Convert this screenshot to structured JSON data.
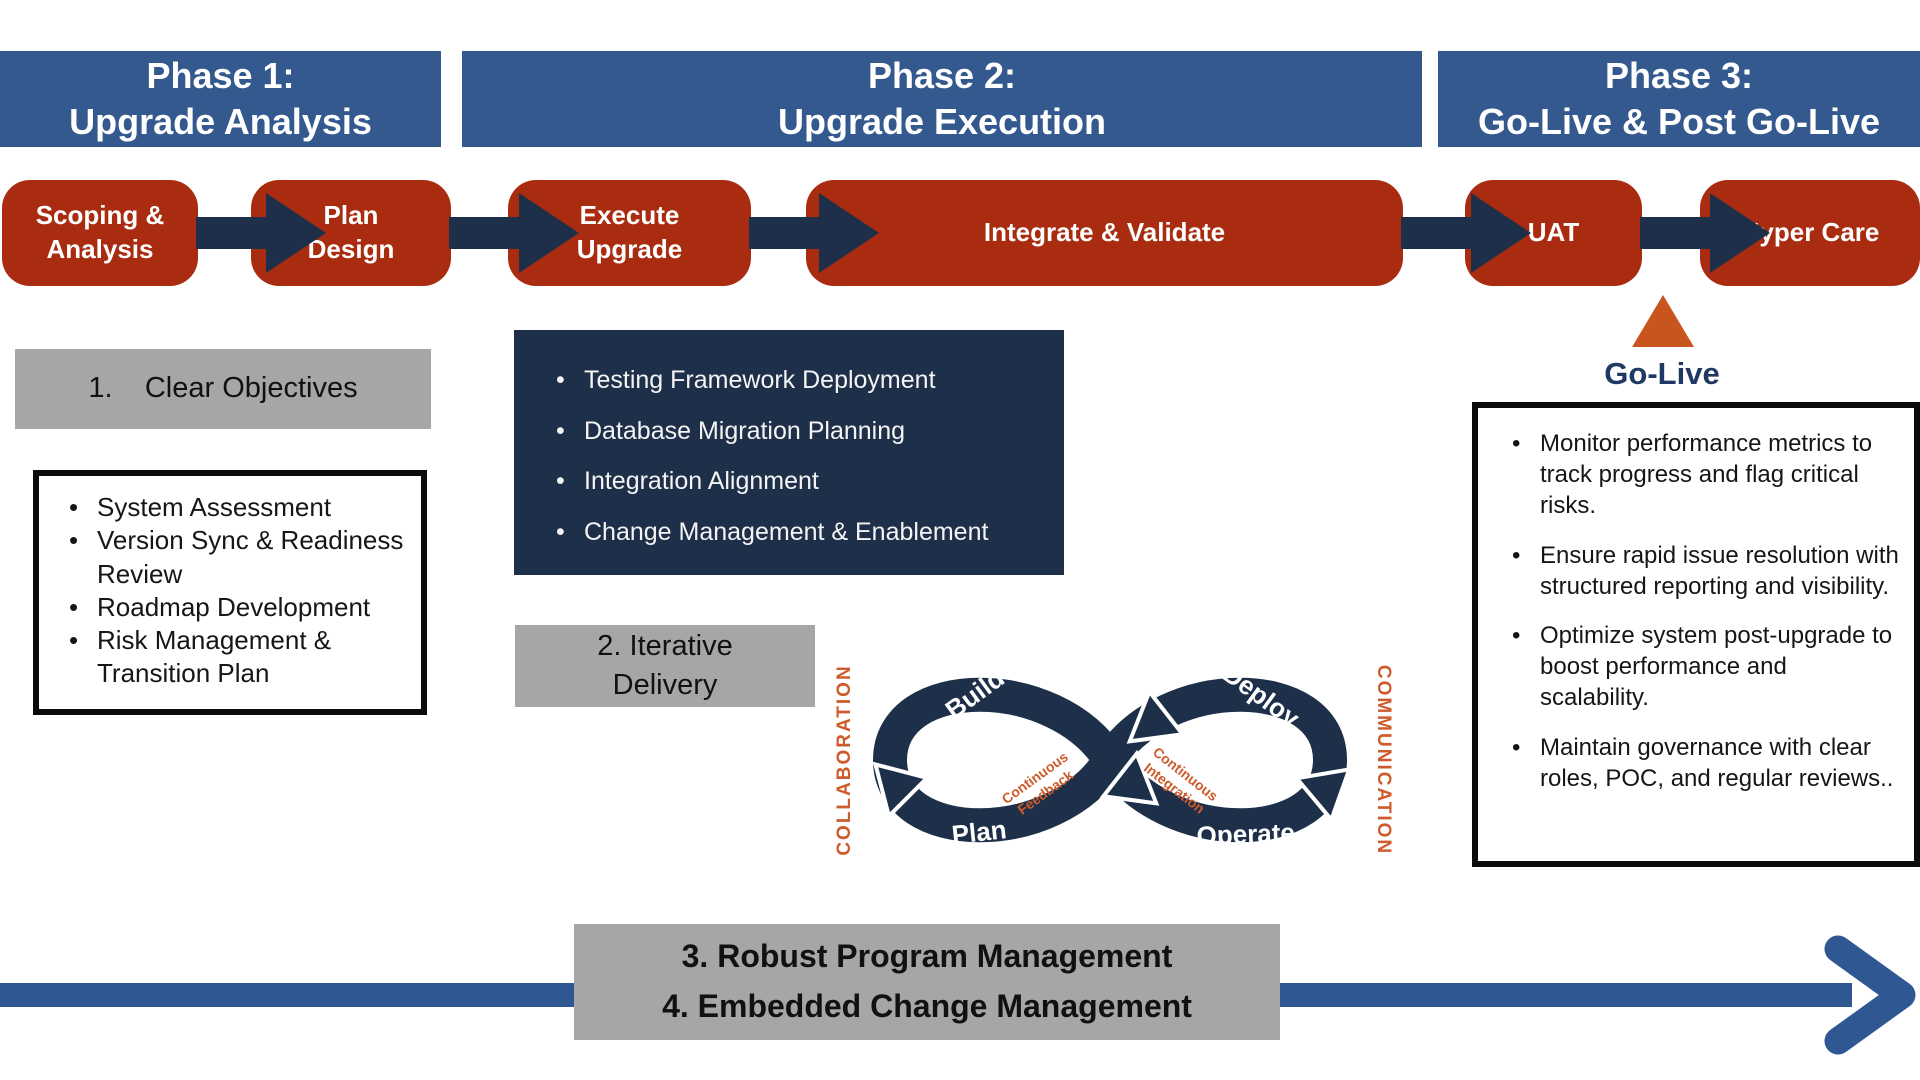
{
  "phases": [
    {
      "line1": "Phase 1:",
      "line2": "Upgrade Analysis"
    },
    {
      "line1": "Phase 2:",
      "line2": "Upgrade Execution"
    },
    {
      "line1": "Phase 3:",
      "line2": "Go-Live & Post Go-Live"
    }
  ],
  "flow": [
    {
      "line1": "Scoping &",
      "line2": "Analysis"
    },
    {
      "line1": "Plan",
      "line2": "Design"
    },
    {
      "line1": "Execute",
      "line2": "Upgrade"
    },
    {
      "line1": "Integrate & Validate",
      "line2": ""
    },
    {
      "line1": "UAT",
      "line2": ""
    },
    {
      "line1": "Hyper Care",
      "line2": ""
    }
  ],
  "phase1": {
    "objectives_title": "1.    Clear Objectives",
    "checklist": [
      "System Assessment",
      "Version Sync &  Readiness Review",
      "Roadmap Development",
      "Risk Management & Transition Plan"
    ]
  },
  "phase2": {
    "bullets": [
      "Testing Framework Deployment",
      "Database Migration Planning",
      "Integration Alignment",
      "Change Management & Enablement"
    ],
    "iterative_line1": "2. Iterative",
    "iterative_line2": "Delivery"
  },
  "devops": {
    "build": "Build",
    "plan": "Plan",
    "deploy": "Deploy",
    "operate": "Operate",
    "collaboration": "COLLABORATION",
    "communication": "COMMUNICATION",
    "feedback_line1": "Continuous",
    "feedback_line2": "Feedback",
    "integration_line1": "Continuous",
    "integration_line2": "Integration"
  },
  "phase3": {
    "golive_label": "Go-Live",
    "bullets": [
      "Monitor performance metrics to track progress and flag critical risks.",
      "Ensure rapid issue resolution with structured reporting and visibility.",
      "Optimize system post-upgrade to boost performance and scalability.",
      "Maintain governance with clear roles, POC, and regular reviews.."
    ]
  },
  "bottom": {
    "line1": "3. Robust Program Management",
    "line2": "4. Embedded Change Management"
  },
  "colors": {
    "header_blue": "#33598E",
    "brick_red": "#A92C11",
    "navy": "#1E3049",
    "orange": "#CE5B2B",
    "gray": "#A6A6A6",
    "arrow_blue": "#2F5792",
    "golive_text": "#1F3864"
  }
}
